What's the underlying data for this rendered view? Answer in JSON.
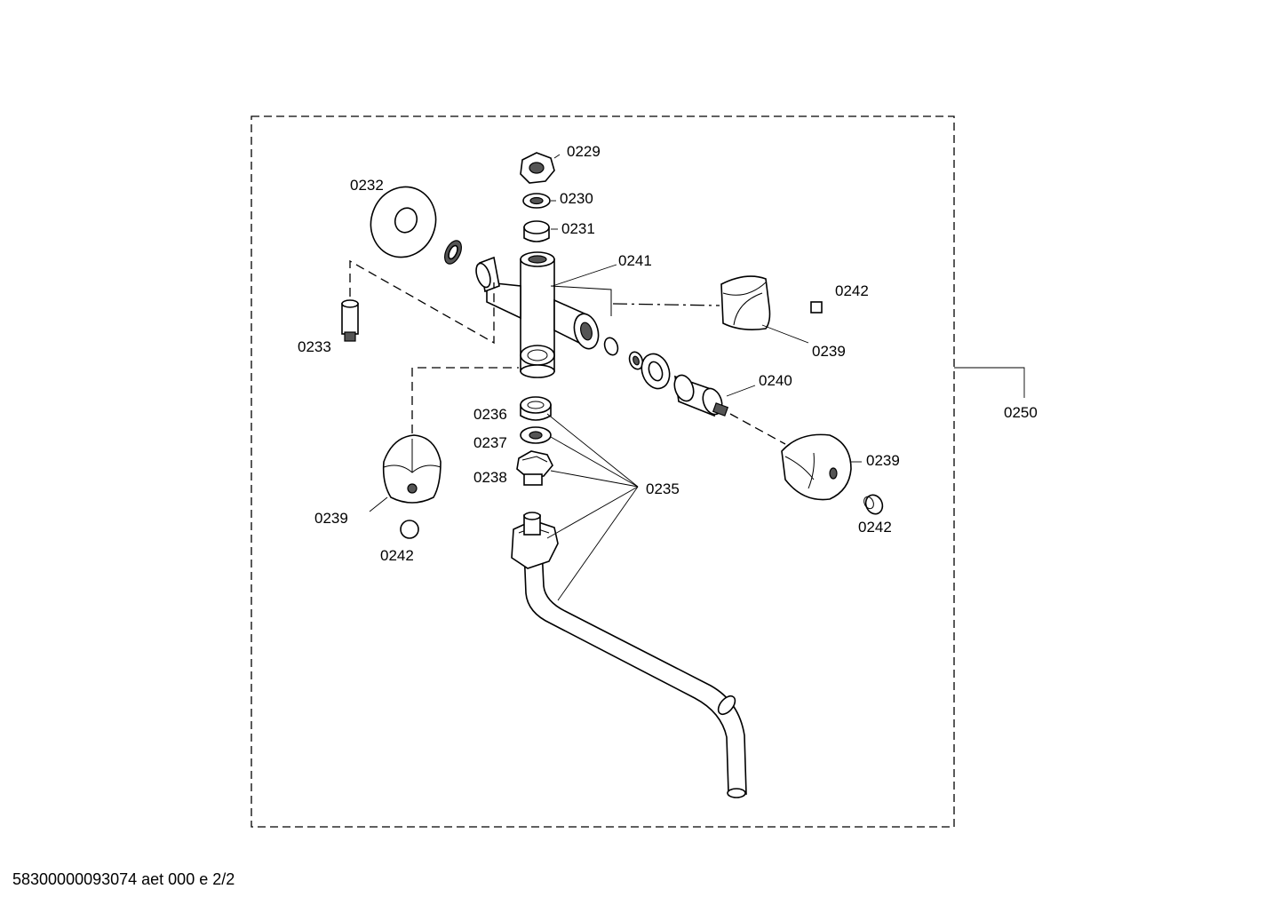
{
  "footer": {
    "document_code": "58300000093074 aet 000 e 2/2"
  },
  "assembly": {
    "label": "0250"
  },
  "callouts": {
    "c0229": "0229",
    "c0230": "0230",
    "c0231": "0231",
    "c0232": "0232",
    "c0233": "0233",
    "c0241": "0241",
    "c0242_right_top": "0242",
    "c0239_right_top": "0239",
    "c0240": "0240",
    "c0236": "0236",
    "c0237": "0237",
    "c0238": "0238",
    "c0235": "0235",
    "c0239_right": "0239",
    "c0242_right": "0242",
    "c0239_left": "0239",
    "c0242_left": "0242"
  }
}
